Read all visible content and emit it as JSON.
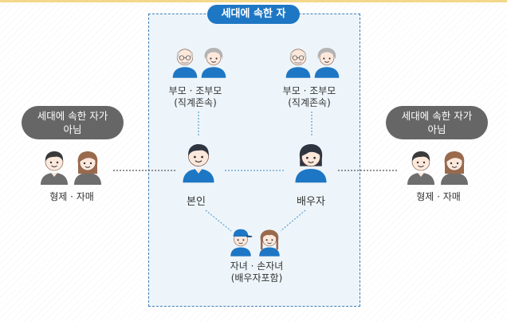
{
  "colors": {
    "accent": "#1e77c4",
    "accent_dark": "#1a4f7e",
    "box_border": "#3f7fb9",
    "box_fill": "#eef5fa",
    "pill_gray": "#666666",
    "connector": "#5a9fd0",
    "top_border": "#f2d88a"
  },
  "household": {
    "title": "세대에 속한 자"
  },
  "non_household": {
    "left_label": [
      "세대에 속한 자가",
      "아님"
    ],
    "right_label": [
      "세대에 속한 자가",
      "아님"
    ]
  },
  "nodes": {
    "parents_left": {
      "lines": [
        "부모 · 조부모",
        "(직계존속)"
      ],
      "icons": [
        "grandfather-icon",
        "grandmother-icon"
      ]
    },
    "parents_right": {
      "lines": [
        "부모 · 조부모",
        "(직계존속)"
      ],
      "icons": [
        "grandfather-icon",
        "grandmother-icon"
      ]
    },
    "self": {
      "label": "본인",
      "icon": "man-icon"
    },
    "spouse": {
      "label": "배우자",
      "icon": "woman-icon"
    },
    "children": {
      "lines": [
        "자녀 · 손자녀",
        "(배우자포함)"
      ],
      "icons": [
        "boy-icon",
        "girl-icon"
      ]
    },
    "siblings_left": {
      "label": "형제 · 자매",
      "icons": [
        "man-icon",
        "woman-icon"
      ]
    },
    "siblings_right": {
      "label": "형제 · 자매",
      "icons": [
        "man-icon",
        "woman-icon"
      ]
    }
  }
}
